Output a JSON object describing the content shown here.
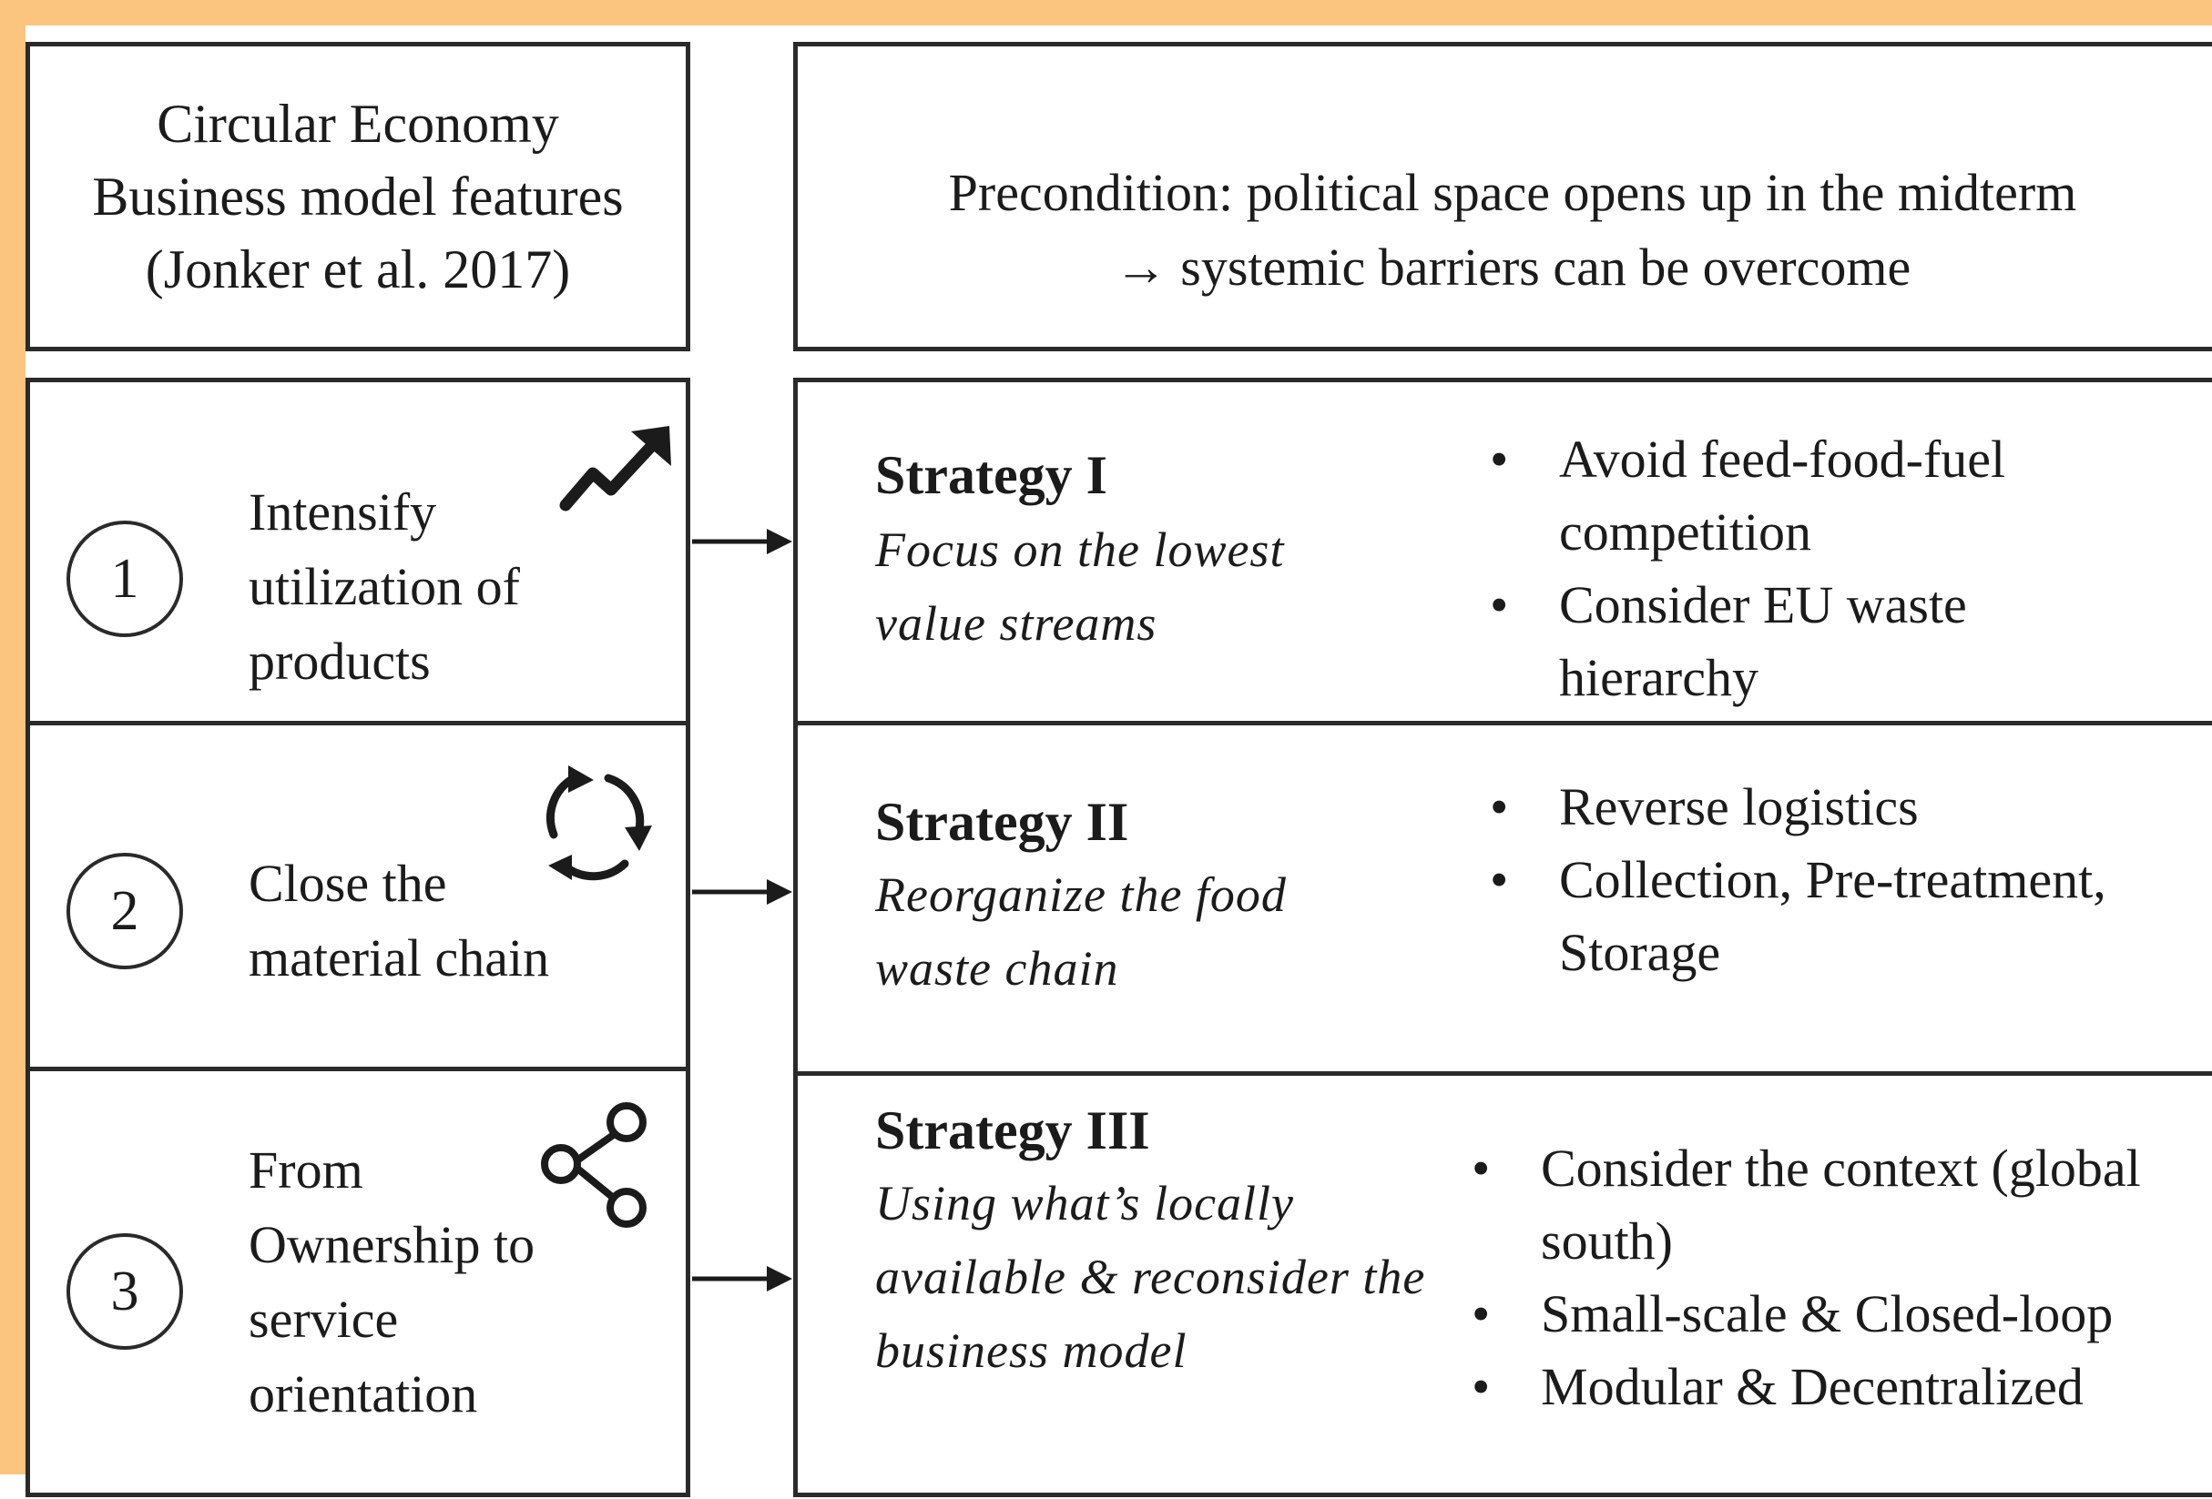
{
  "header": {
    "features_title": "Circular Economy Business model features (Jonker et al. 2017)",
    "precondition_line1": "Precondition: political space opens up in the midterm",
    "precondition_line2": "→ systemic barriers can be overcome"
  },
  "features": [
    {
      "number": "1",
      "label": "Intensify utilization of products",
      "icon": "trending-up-icon"
    },
    {
      "number": "2",
      "label": "Close the material chain",
      "icon": "recycle-arrows-icon"
    },
    {
      "number": "3",
      "label": "From Ownership to service orientation",
      "icon": "share-icon"
    }
  ],
  "strategies": [
    {
      "title": "Strategy I",
      "description": "Focus on the lowest value streams",
      "bullets": [
        "Avoid feed-food-fuel competition",
        "Consider EU waste hierarchy"
      ]
    },
    {
      "title": "Strategy II",
      "description": "Reorganize the food waste chain",
      "bullets": [
        "Reverse logistics",
        "Collection, Pre-treatment, Storage"
      ]
    },
    {
      "title": "Strategy III",
      "description": "Using what’s locally available & reconsider the business model",
      "bullets": [
        "Consider the context (global south)",
        "Small-scale & Closed-loop",
        "Modular & Decentralized"
      ]
    }
  ],
  "colors": {
    "frame": "#fcc57f",
    "line": "#2a2a2a"
  }
}
